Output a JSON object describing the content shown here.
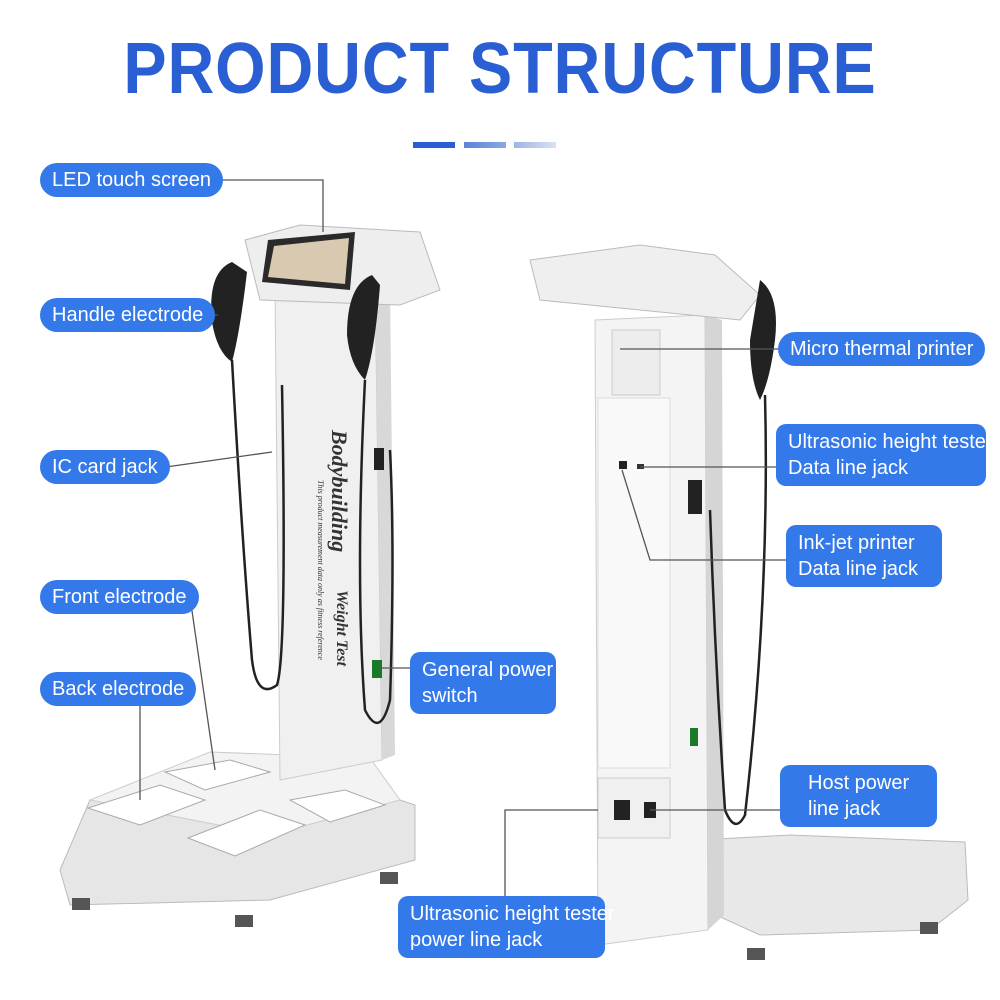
{
  "title": "PRODUCT STRUCTURE",
  "accent_colors": {
    "title": "#2a5fd3",
    "label": "#3479ea"
  },
  "device_print": {
    "brand": "Bodybuilding",
    "subtitle": "Weight Test",
    "small": "This product measurement data only as fitness reference"
  },
  "labels": {
    "led_touch_screen": "LED touch screen",
    "handle_electrode": "Handle electrode",
    "ic_card_jack": "IC card jack",
    "front_electrode": "Front electrode",
    "back_electrode": "Back electrode",
    "general_power_switch": [
      "General power",
      "switch"
    ],
    "micro_thermal_printer": "Micro thermal printer",
    "ultrasonic_data_jack": [
      "Ultrasonic height tester",
      "Data line jack"
    ],
    "inkjet_data_jack": [
      "Ink-jet printer",
      "Data line jack"
    ],
    "host_power_jack": [
      "Host power",
      "line jack"
    ],
    "ultrasonic_power_jack": [
      "Ultrasonic height tester",
      "power line jack"
    ]
  }
}
